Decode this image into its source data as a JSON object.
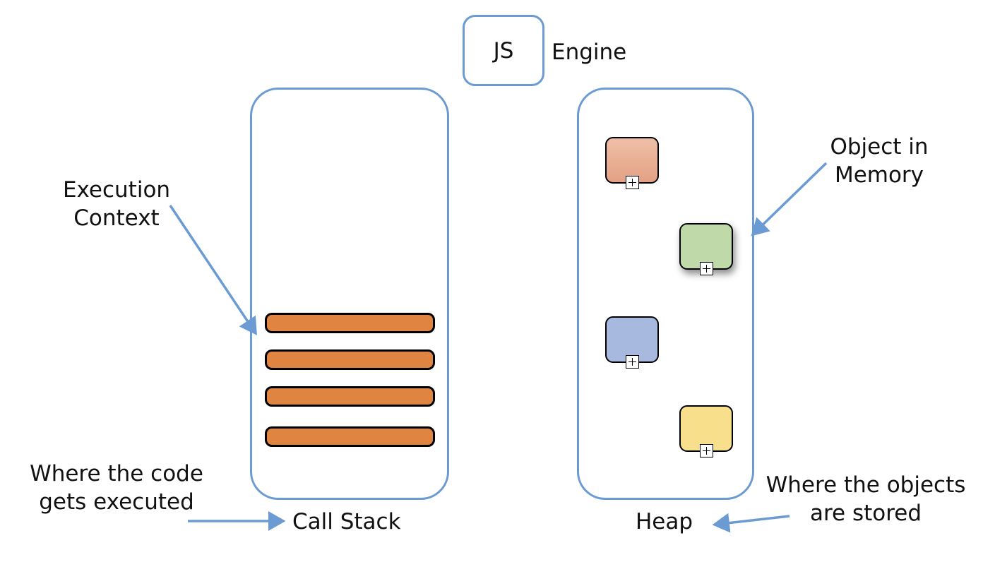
{
  "engine": {
    "box_label": "JS",
    "label": "Engine"
  },
  "call_stack": {
    "label": "Call Stack",
    "description": "Where the code gets executed",
    "description_lines": [
      "Where the code",
      "gets executed"
    ],
    "execution_context_label": "Execution Context",
    "execution_context_lines": [
      "Execution",
      "Context"
    ],
    "contexts": 4
  },
  "heap": {
    "label": "Heap",
    "description": "Where the objects are stored",
    "description_lines": [
      "Where the objects",
      "are stored"
    ],
    "object_label": "Object in Memory",
    "object_label_lines": [
      "Object in",
      "Memory"
    ],
    "objects": [
      {
        "name": "object-salmon",
        "color": "#e8a88c"
      },
      {
        "name": "object-green",
        "color": "#c0d9a8"
      },
      {
        "name": "object-blue",
        "color": "#a8b9e0"
      },
      {
        "name": "object-yellow",
        "color": "#f8df8c"
      }
    ]
  },
  "colors": {
    "accent": "#6b9bd2",
    "context_fill": "#e08442"
  }
}
